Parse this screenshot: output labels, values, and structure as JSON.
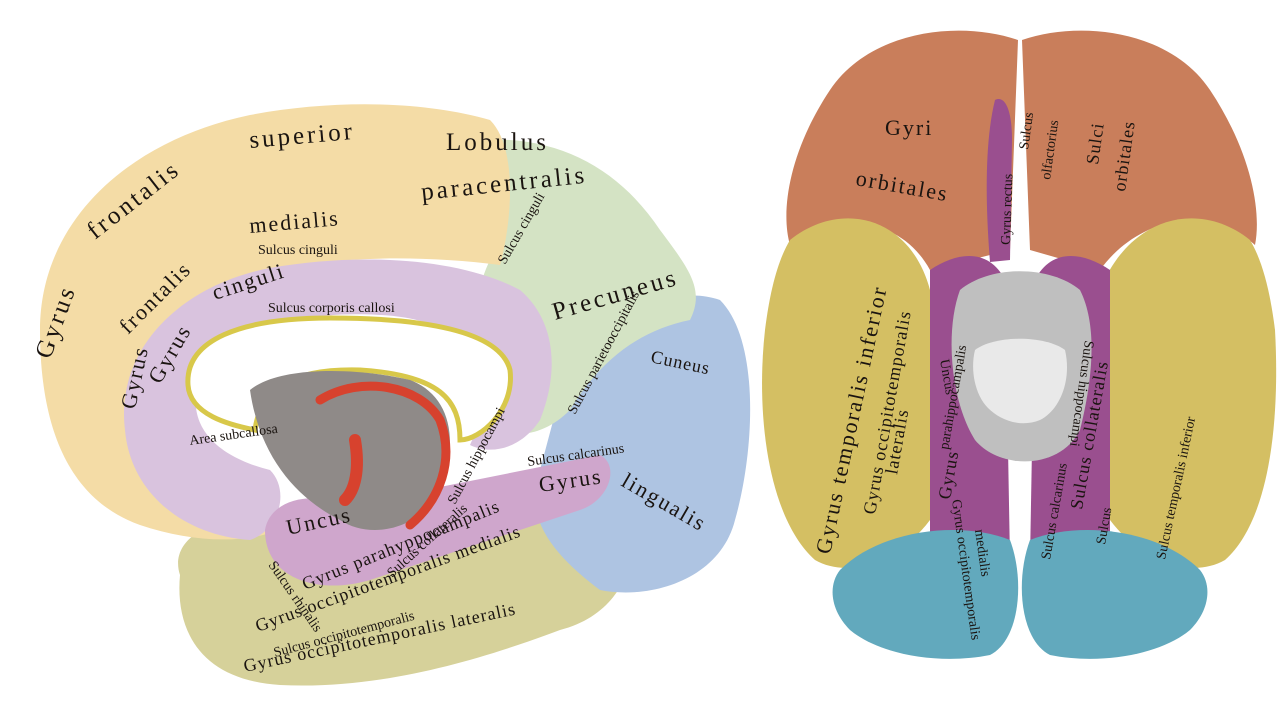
{
  "colors": {
    "frontal": "#f4dca6",
    "cingulate": "#d9c3de",
    "parietal": "#d4e3c4",
    "occipital": "#aec4e2",
    "temporal": "#d6d19a",
    "parahippocampal": "#cfa6cc",
    "corpus_callosum": "#ffffff",
    "callosum_border": "#d8c84a",
    "fornix": "#d7422e",
    "orbital": "#c97e5b",
    "ventral_temporal": "#d4bf63",
    "ventral_occipital": "#62a9bd",
    "ventral_parahippocampal": "#9a4f8f",
    "brainstem": "#bfbfbf"
  },
  "medial": {
    "gyrus_frontalis_superior_a": "Gyrus",
    "gyrus_frontalis_superior_b": "frontalis",
    "gyrus_frontalis_superior_c": "superior",
    "lobulus": "Lobulus",
    "paracentralis": "paracentralis",
    "gyrus_frontalis_medialis_a": "Gyrus",
    "gyrus_frontalis_medialis_b": "frontalis",
    "gyrus_frontalis_medialis_c": "medialis",
    "sulcus_cinguli_1": "Sulcus cinguli",
    "sulcus_cinguli_2": "Sulcus cinguli",
    "gyrus_cinguli_a": "Gyrus",
    "gyrus_cinguli_b": "cinguli",
    "sulcus_corporis_callosi": "Sulcus corporis callosi",
    "precuneus": "Precuneus",
    "sulcus_parietooccipitalis": "Sulcus parietooccipitalis",
    "cuneus": "Cuneus",
    "area_subcallosa": "Area subcallosa",
    "sulcus_hippocampi": "Sulcus hippocampi",
    "sulcus_calcarinus": "Sulcus calcarinus",
    "gyrus_lingualis_a": "Gyrus",
    "gyrus_lingualis_b": "lingualis",
    "uncus": "Uncus",
    "gyrus_parahippocampalis": "Gyrus parahyppocampalis",
    "sulcus_collateralis": "Sulcus collateralis",
    "sulcus_rhinalis": "Sulcus rhinalis",
    "gyrus_ot_medialis": "Gyrus occipitotemporalis medialis",
    "sulcus_ot": "Sulcus occipitotemporalis",
    "gyrus_ot_lateralis": "Gyrus occipitotemporalis lateralis"
  },
  "ventral": {
    "gyri_orbitales_a": "Gyri",
    "gyri_orbitales_b": "orbitales",
    "sulcus_olfactorius_a": "Sulcus",
    "sulcus_olfactorius_b": "olfactorius",
    "sulci_orbitales_a": "Sulci",
    "sulci_orbitales_b": "orbitales",
    "gyrus_rectus": "Gyrus rectus",
    "gyrus_temporalis_inferior": "Gyrus temporalis inferior",
    "gyrus_ot_lateralis_a": "Gyrus occipitotemporalis",
    "gyrus_ot_lateralis_b": "lateralis",
    "gyrus_parahippocampalis_a": "Gyrus",
    "gyrus_parahippocampalis_b": "parahippocampalis",
    "uncus": "Uncus",
    "sulcus_hippocampi": "Sulcus hippocampi",
    "sulcus_collateralis": "Sulcus collateralis",
    "sulcus_temporalis_inferior": "Sulcus temporalis inferior",
    "sulcus_calcarinus": "Sulcus calcarinus",
    "sulcus_2": "Sulcus",
    "gyrus_ot_medialis_a": "Gyrus occipitotemporalis",
    "gyrus_ot_medialis_b": "medialis"
  }
}
